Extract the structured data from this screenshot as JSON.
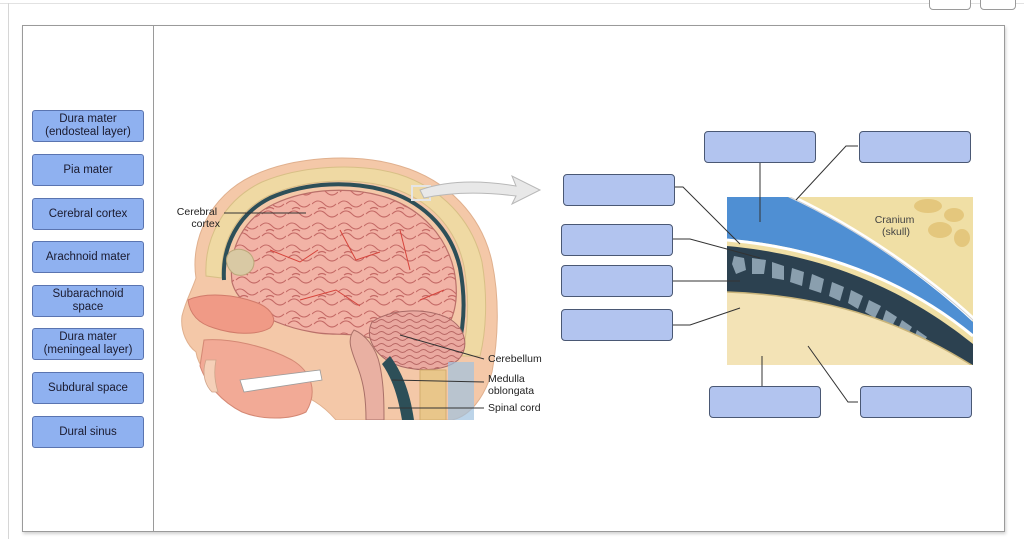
{
  "labels": [
    "Dura mater\n(endosteal layer)",
    "Pia mater",
    "Cerebral cortex",
    "Arachnoid mater",
    "Subarachnoid\nspace",
    "Dura mater\n(meningeal layer)",
    "Subdural space",
    "Dural sinus"
  ],
  "brain_labels": {
    "cerebral_cortex": [
      "Cerebral",
      "cortex"
    ],
    "cerebellum": "Cerebellum",
    "medulla": [
      "Medulla",
      "oblongata"
    ],
    "spinal_cord": "Spinal cord"
  },
  "cranium_label": [
    "Cranium",
    "(skull)"
  ],
  "colors": {
    "chip": "#8fb1f0",
    "drop_zone": "#b2c4ef",
    "dura": "#4f8fd3",
    "bone": "#f0dfa5",
    "brain": "#f2b3a6"
  }
}
